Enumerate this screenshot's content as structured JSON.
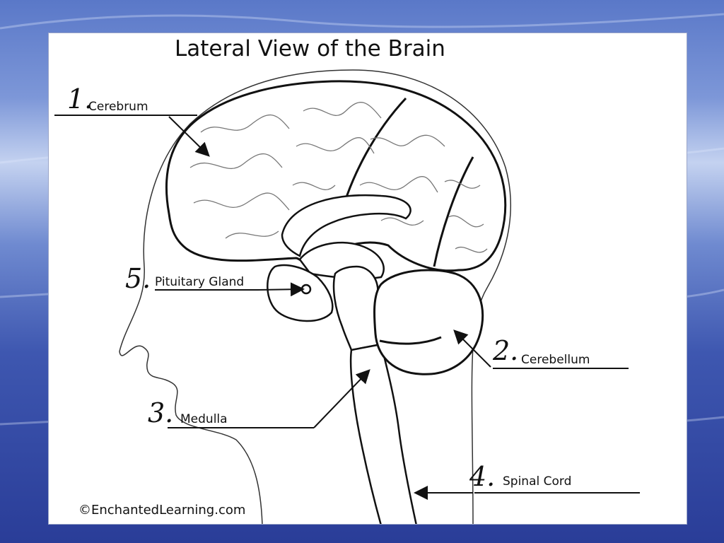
{
  "title": "Lateral View of the Brain",
  "labels": [
    {
      "num": "1.",
      "text": "Cerebrum"
    },
    {
      "num": "2.",
      "text": "Cerebellum"
    },
    {
      "num": "3.",
      "text": "Medulla"
    },
    {
      "num": "4.",
      "text": "Spinal Cord"
    },
    {
      "num": "5.",
      "text": "Pituitary Gland"
    }
  ],
  "credit": "©EnchantedLearning.com"
}
